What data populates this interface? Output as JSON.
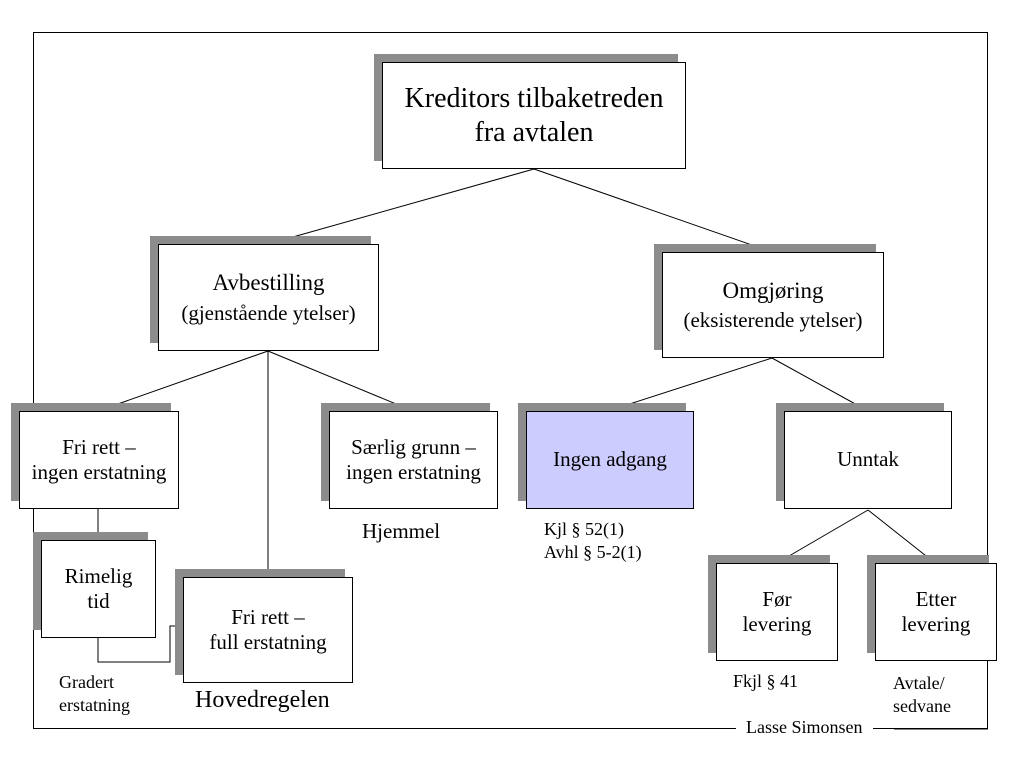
{
  "colors": {
    "box_fill": "#ffffff",
    "highlight_fill": "#ccccff",
    "shadow": "#8c8c8c",
    "line": "#000000"
  },
  "nodes": {
    "root": {
      "line1": "Kreditors tilbaketreden",
      "line2": "fra avtalen"
    },
    "avbestilling": {
      "line1": "Avbestilling",
      "line2": "(gjenstående ytelser)"
    },
    "omgjoring": {
      "line1": "Omgjøring",
      "line2": "(eksisterende ytelser)"
    },
    "fri_rett_ingen": {
      "line1": "Fri rett –",
      "line2": "ingen erstatning"
    },
    "saerlig_grunn": {
      "line1": "Særlig grunn –",
      "line2": "ingen erstatning"
    },
    "ingen_adgang": {
      "line1": "Ingen adgang"
    },
    "unntak": {
      "line1": "Unntak"
    },
    "rimelig_tid": {
      "line1": "Rimelig",
      "line2": "tid"
    },
    "fri_rett_full": {
      "line1": "Fri rett –",
      "line2": "full erstatning"
    },
    "for_levering": {
      "line1": "Før",
      "line2": "levering"
    },
    "etter_levering": {
      "line1": "Etter",
      "line2": "levering"
    }
  },
  "labels": {
    "hjemmel": "Hjemmel",
    "kjl": "Kjl § 52(1)",
    "avhl": "Avhl § 5-2(1)",
    "gradert_1": "Gradert",
    "gradert_2": "erstatning",
    "hovedregelen": "Hovedregelen",
    "fkjl": "Fkjl § 41",
    "avtale_1": "Avtale/",
    "avtale_2": "sedvane"
  },
  "footer": {
    "author": "Lasse Simonsen"
  }
}
